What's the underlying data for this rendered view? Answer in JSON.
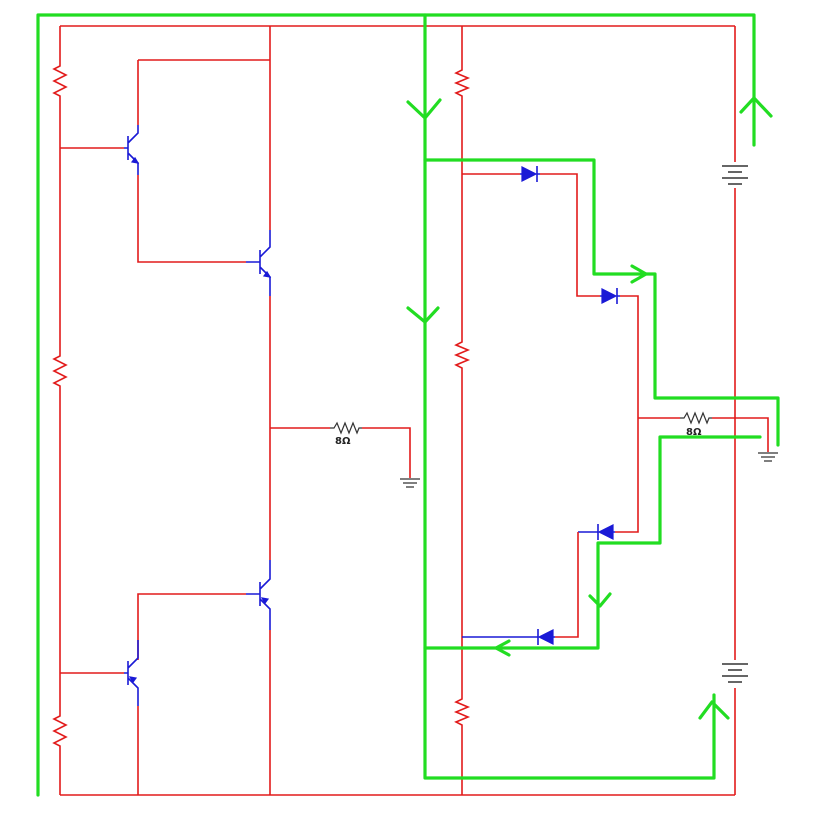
{
  "diagram": {
    "resistor_labels": {
      "left_load": "8Ω",
      "right_load": "8Ω"
    },
    "colors": {
      "wire": "#e21b1b",
      "device": "#1a1ad6",
      "annotation": "#22dd22",
      "ground": "#333333",
      "background": "#ffffff"
    },
    "components": {
      "left_circuit": [
        "resistor",
        "resistor",
        "resistor",
        "npn-transistor",
        "npn-transistor",
        "pnp-transistor",
        "pnp-transistor",
        "load-resistor",
        "ground"
      ],
      "right_circuit": [
        "resistor",
        "resistor",
        "resistor",
        "diode",
        "diode",
        "diode",
        "diode",
        "load-resistor",
        "battery",
        "battery",
        "ground"
      ]
    }
  }
}
